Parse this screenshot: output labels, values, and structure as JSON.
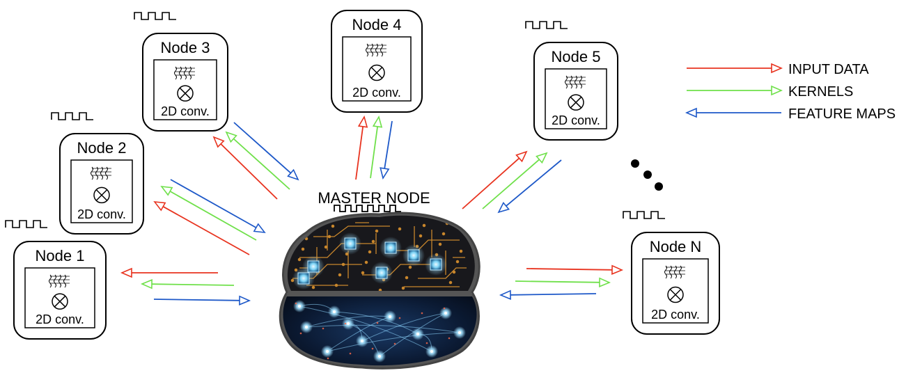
{
  "colors": {
    "input": "#e8331f",
    "kernel": "#6fe04a",
    "feature": "#1d58c8",
    "stroke": "#000000",
    "brain_dark": "#1b1b1f",
    "circuit": "#c8862c",
    "chip": "#7fd4f6",
    "neuron": "#8fd7ff"
  },
  "legend": {
    "input": "INPUT DATA",
    "kernels": "KERNELS",
    "features": "FEATURE MAPS"
  },
  "master": {
    "label": "MASTER NODE"
  },
  "nodes": [
    {
      "id": "node-1",
      "title": "Node 1",
      "conv": "2D conv."
    },
    {
      "id": "node-2",
      "title": "Node 2",
      "conv": "2D conv."
    },
    {
      "id": "node-3",
      "title": "Node 3",
      "conv": "2D conv."
    },
    {
      "id": "node-4",
      "title": "Node 4",
      "conv": "2D conv."
    },
    {
      "id": "node-5",
      "title": "Node 5",
      "conv": "2D conv."
    },
    {
      "id": "node-n",
      "title": "Node N",
      "conv": "2D conv."
    }
  ],
  "icons": {
    "node_glyph": "filter-icon",
    "operation": "circled-times-icon",
    "clock": "clock-signal-icon",
    "more": "ellipsis-icon"
  }
}
